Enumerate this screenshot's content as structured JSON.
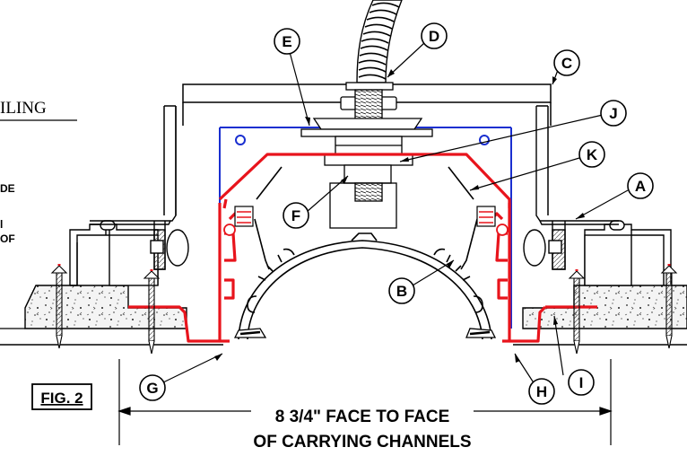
{
  "callouts": [
    {
      "id": "a",
      "text": "A"
    },
    {
      "id": "b",
      "text": "B"
    },
    {
      "id": "c",
      "text": "C"
    },
    {
      "id": "d",
      "text": "D"
    },
    {
      "id": "e",
      "text": "E"
    },
    {
      "id": "f",
      "text": "F"
    },
    {
      "id": "g",
      "text": "G"
    },
    {
      "id": "h",
      "text": "H"
    },
    {
      "id": "i",
      "text": "I"
    },
    {
      "id": "j",
      "text": "J"
    },
    {
      "id": "k",
      "text": "K"
    }
  ],
  "figure_label": "FIG. 2",
  "dimension": {
    "line1": "8 3/4\" FACE TO FACE",
    "line2": "OF CARRYING CHANNELS"
  },
  "left_fragments": {
    "ceiling": "ILING",
    "de": "DE",
    "bracket": "l",
    "of": "OF"
  },
  "colors": {
    "red": "#e8141c",
    "blue": "#1a2fd0",
    "ink": "#000000"
  }
}
